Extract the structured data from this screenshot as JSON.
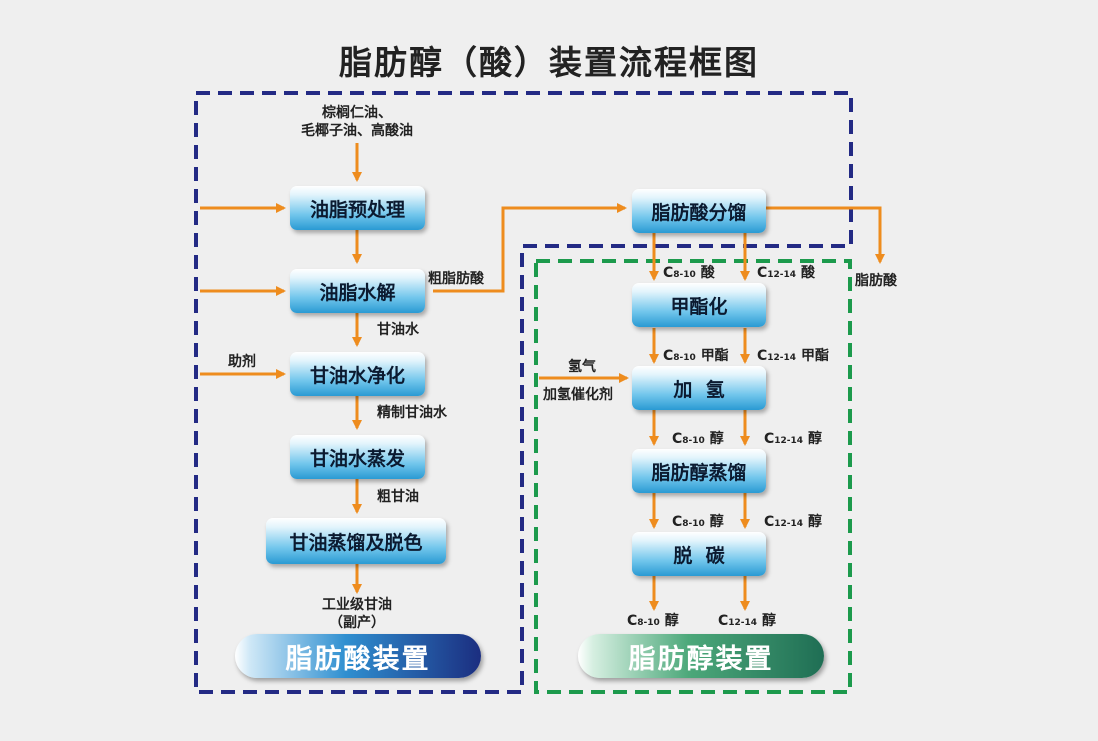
{
  "title": "脂肪醇（酸）装置流程框图",
  "feed": {
    "line1": "棕榈仁油、",
    "line2": "毛椰子油、高酸油"
  },
  "acid_plant": {
    "name": "脂肪酸装置",
    "steps": {
      "pretreatment": "油脂预处理",
      "hydrolysis": "油脂水解",
      "purification": "甘油水净化",
      "evaporation": "甘油水蒸发",
      "distill_bleach": "甘油蒸馏及脱色"
    },
    "flows": {
      "crude_fatty_acid": "粗脂肪酸",
      "sweet_water": "甘油水",
      "additive": "助剂",
      "refined_sweet_water": "精制甘油水",
      "crude_glycerin": "粗甘油",
      "industrial_glycerin": "工业级甘油",
      "byproduct": "（副产）"
    }
  },
  "alcohol_plant": {
    "name": "脂肪醇装置",
    "steps": {
      "fractionation": "脂肪酸分馏",
      "esterification": "甲酯化",
      "hydrogenation": "加  氢",
      "alcohol_distillation": "脂肪醇蒸馏",
      "decarbonization": "脱  碳"
    },
    "flows": {
      "fatty_acid": "脂肪酸",
      "hydrogen": "氢气",
      "catalyst": "加氢催化剂",
      "c8_prefix": "C",
      "c8_sub": "8-10",
      "c12_prefix": "C",
      "c12_sub": "12-14",
      "acid": "酸",
      "methyl_ester": "甲酯",
      "alcohol": "醇"
    }
  },
  "colors": {
    "arrow": "#ee8c1e",
    "acid_frame": "#232a84",
    "alcohol_frame": "#1c9a4c"
  }
}
